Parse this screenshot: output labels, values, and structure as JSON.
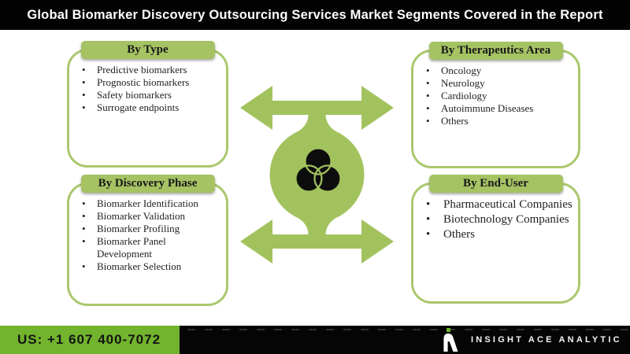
{
  "header": {
    "title": "Global Biomarker Discovery Outsourcing Services Market Segments Covered in the Report"
  },
  "panels": [
    {
      "id": "by-type",
      "title": "By Type",
      "items": [
        "Predictive biomarkers",
        "Prognostic biomarkers",
        "Safety biomarkers",
        "Surrogate endpoints"
      ]
    },
    {
      "id": "by-therapeutics-area",
      "title": "By Therapeutics Area",
      "items": [
        "Oncology",
        "Neurology",
        "Cardiology",
        "Autoimmune Diseases",
        "Others"
      ]
    },
    {
      "id": "by-discovery-phase",
      "title": "By Discovery Phase",
      "items": [
        "Biomarker Identification",
        "Biomarker Validation",
        "Biomarker Profiling",
        "Biomarker Panel Development",
        "Biomarker Selection"
      ]
    },
    {
      "id": "by-end-user",
      "title": "By End-User",
      "items": [
        "Pharmaceutical Companies",
        "Biotechnology Companies",
        "Others"
      ]
    }
  ],
  "center": {
    "icon": "venn-diagram-icon",
    "arrow_icon": "double-headed-arrow-icon"
  },
  "footer": {
    "phone": "US: +1 607 400-7072",
    "brand": "INSIGHT ACE ANALYTIC",
    "logo_icon": "insight-ace-logo"
  },
  "colors": {
    "accent_green": "#a2c25e",
    "panel_border_green": "#a9c86d",
    "pill_green": "#a5c363",
    "footer_green": "#72b42d",
    "bar_black": "#050505",
    "venn_black": "#0d0d0d"
  }
}
